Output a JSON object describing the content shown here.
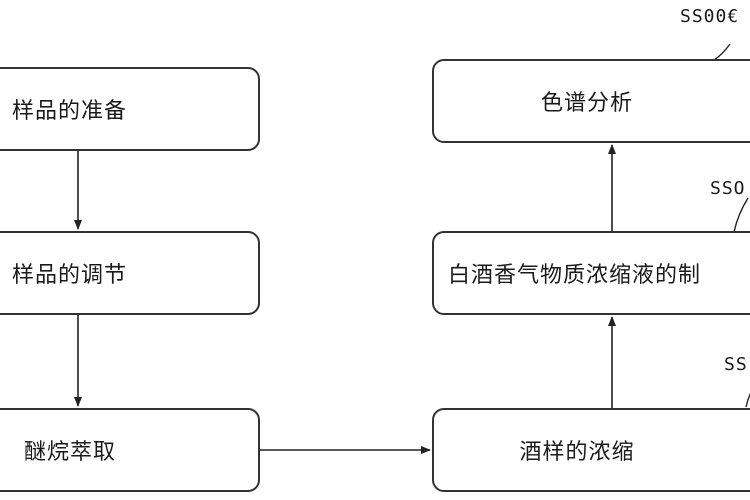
{
  "steps_left": [
    {
      "label": "样品的准备"
    },
    {
      "label": "样品的调节"
    },
    {
      "label": "醚烷萃取"
    }
  ],
  "steps_right": [
    {
      "label": "酒样的浓缩",
      "tag": "SS"
    },
    {
      "label": "白酒香气物质浓缩液的制",
      "tag": "SSO"
    },
    {
      "label": "色谱分析",
      "tag": "SS00€"
    }
  ]
}
